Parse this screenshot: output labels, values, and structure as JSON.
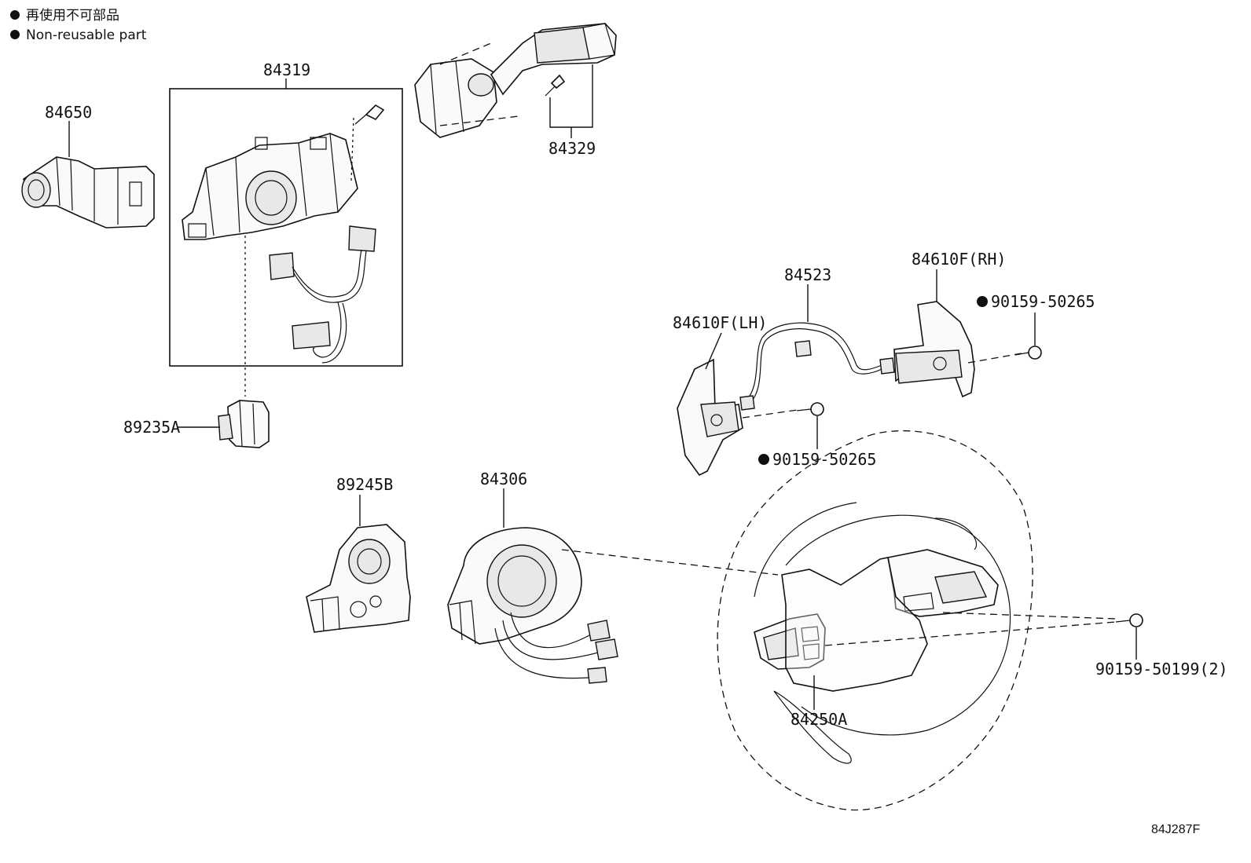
{
  "legend": {
    "jp": "再使用不可部品",
    "en": "Non-reusable part"
  },
  "labels": {
    "p84650": "84650",
    "p84319": "84319",
    "p84329": "84329",
    "p89235A": "89235A",
    "p89245B": "89245B",
    "p84306": "84306",
    "p84523": "84523",
    "p84610F_RH": "84610F(RH)",
    "p84610F_LH": "84610F(LH)",
    "p90159_50265_a": "90159-50265",
    "p90159_50265_b": "90159-50265",
    "p84250A": "84250A",
    "p90159_50199": "90159-50199(2)"
  },
  "reference": "84J287F"
}
